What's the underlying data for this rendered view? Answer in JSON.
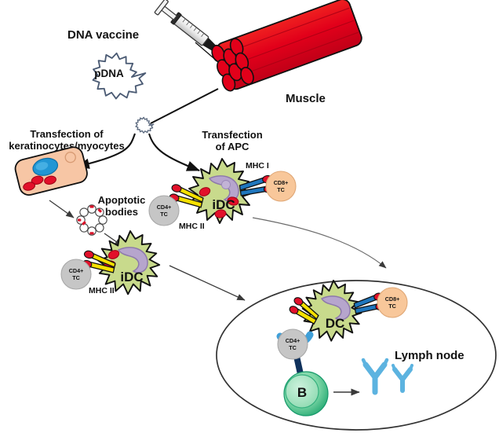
{
  "figure": {
    "title": "DNA vaccine mechanism of action",
    "type": "biological-pathway-diagram",
    "background": "#ffffff"
  },
  "labels": {
    "dna_vaccine": "DNA vaccine",
    "pdna": "pDNA",
    "muscle": "Muscle",
    "transfection_keratinocytes_line1": "Transfection of",
    "transfection_keratinocytes_line2": "keratinocytes/myocytes",
    "transfection_apc_line1": "Transfection",
    "transfection_apc_line2": "of APC",
    "apoptotic_line1": "Apoptotic",
    "apoptotic_line2": "bodies",
    "lymph_node": "Lymph node",
    "idc_top": "iDC",
    "idc_left": "iDC",
    "dc_lymph": "DC",
    "b_cell": "B",
    "mhc_i_top": "MHC I",
    "mhc_ii_top": "MHC II",
    "mhc_ii_left": "MHC II",
    "cd4_line1": "CD4+",
    "cd4_line2": "TC",
    "cd8_line1": "CD8+",
    "cd8_line2": "TC"
  },
  "colors": {
    "muscle_red": "#e2001a",
    "muscle_red_dark": "#b80016",
    "keratinocyte_fill": "#f7c6a5",
    "keratinocyte_nucleus": "#2196d4",
    "cell_granule_red": "#e2102a",
    "dc_body": "#c8da8c",
    "dc_nucleus": "#b6a5cd",
    "cd4_grey": "#c6c6c6",
    "cd8_peach": "#f8c79a",
    "mhc_yellow": "#f5e000",
    "mhc_blue": "#1f76bd",
    "b_cell_green": "#2fb47c",
    "b_cell_inner": "#9fe0b9",
    "antibody_blue": "#5cb3e0",
    "receptor_navy": "#10315c",
    "receptor_lightblue": "#3f9fd8",
    "outline": "#111111",
    "pdna_outline": "#4a5a73",
    "thin_arrow": "#3a3a3a"
  },
  "elements": {
    "syringe": "syringe-icon",
    "plasmid_main": "plasmid-pdna-icon",
    "plasmid_branch": "plasmid-small-icon",
    "muscle_bundle": "muscle-fiber-bundle",
    "keratinocyte": "keratinocyte-myocyte-cell",
    "apoptotic_bodies": "apoptotic-bodies-cluster",
    "idc_top_cell": "immature-dendritic-cell-apc",
    "idc_left_cell": "immature-dendritic-cell-cross-presenting",
    "dc_lymph_cell": "mature-dendritic-cell",
    "b_lymphocyte": "b-cell",
    "antibodies": "antibody-pair",
    "lymph_node_outline": "lymph-node-ellipse"
  }
}
